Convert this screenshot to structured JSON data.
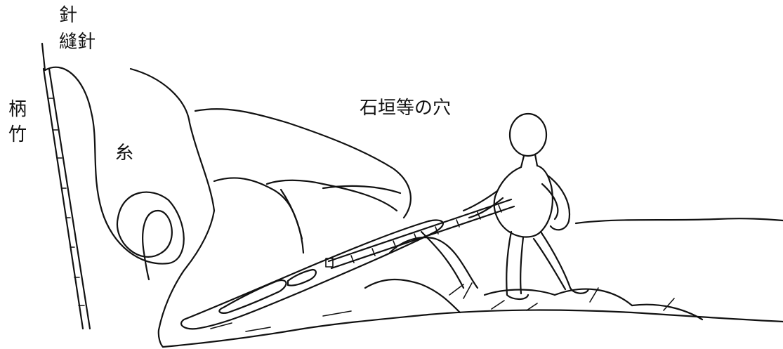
{
  "labels": {
    "hari": "針",
    "nuibari": "縫針",
    "e": "柄",
    "take": "竹",
    "ito": "糸",
    "hole": "石垣等の穴"
  }
}
